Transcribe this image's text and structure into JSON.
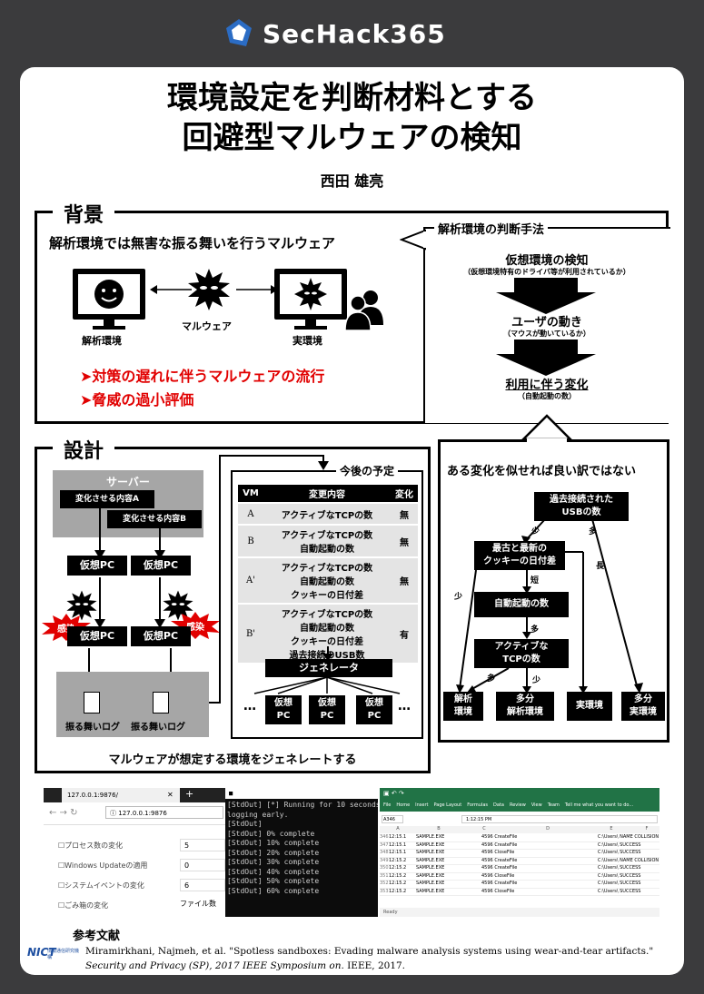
{
  "header": {
    "logo_text": "SecHack365"
  },
  "poster": {
    "title_line1": "環境設定を判断材料とする",
    "title_line2": "回避型マルウェアの検知",
    "author": "西田 雄亮"
  },
  "background": {
    "heading": "背景",
    "subtitle": "解析環境では無害な振る舞いを行うマルウェア",
    "env_label": "解析環境",
    "malware_label": "マルウェア",
    "real_label": "実環境",
    "issue1": "➤対策の遅れに伴うマルウェアの流行",
    "issue2": "➤脅威の過小評価"
  },
  "method": {
    "heading": "解析環境の判断手法",
    "step1": "仮想環境の検知",
    "step1_note": "（仮想環境特有のドライバ等が利用されているか）",
    "step2": "ユーザの動き",
    "step2_note": "（マウスが動いているか）",
    "step3": "利用に伴う変化",
    "step3_note": "（自動起動の数）"
  },
  "design": {
    "heading": "設計",
    "server_label": "サーバー",
    "change_a": "変化させる内容A",
    "change_b": "変化させる内容B",
    "vpc": "仮想PC",
    "infected": "感染",
    "log": "振る舞いログ",
    "caption": "マルウェアが想定する環境をジェネレートする"
  },
  "plan": {
    "heading": "今後の予定",
    "columns": [
      "VM",
      "変更内容",
      "変化"
    ],
    "rows": [
      {
        "vm": "A",
        "content": "アクティブなTCPの数",
        "change": "無"
      },
      {
        "vm": "B",
        "content": "アクティブなTCPの数\n自動起動の数",
        "change": "無"
      },
      {
        "vm": "A'",
        "content": "アクティブなTCPの数\n自動起動の数\nクッキーの日付差",
        "change": "無"
      },
      {
        "vm": "B'",
        "content": "アクティブなTCPの数\n自動起動の数\nクッキーの日付差\n過去接続のUSB数",
        "change": "有"
      }
    ],
    "generator": "ジェネレータ",
    "vpc_line1": "仮想",
    "vpc_line2": "PC",
    "ellipsis": "…"
  },
  "decision": {
    "heading": "ある変化を似せれば良い訳ではない",
    "usb": "過去接続された\nUSBの数",
    "cookie": "最古と最新の\nクッキーの日付差",
    "autorun": "自動起動の数",
    "tcp": "アクティブな\nTCPの数",
    "few": "少",
    "many": "多",
    "short": "短",
    "long": "長",
    "leaf1": "解析\n環境",
    "leaf2": "多分\n解析環境",
    "leaf3": "実環境",
    "leaf4": "多分\n実環境"
  },
  "screenshot_browser": {
    "url": "127.0.0.1:9876/",
    "address": "127.0.0.1:9876",
    "items": [
      {
        "label": "☐プロセス数の変化",
        "value": "5"
      },
      {
        "label": "☐Windows Updateの適用",
        "value": "0"
      },
      {
        "label": "☐システムイベントの変化",
        "value": "6"
      },
      {
        "label": "☐ごみ箱の変化",
        "value": "ファイル数"
      }
    ]
  },
  "screenshot_console": {
    "lines": [
      "[StdOut] [*] Running for 10 seconds",
      "logging early.",
      "[StdOut]",
      "[StdOut] 0% complete",
      "[StdOut] 10% complete",
      "[StdOut] 20% complete",
      "[StdOut] 30% complete",
      "[StdOut] 40% complete",
      "[StdOut] 50% complete",
      "[StdOut] 60% complete"
    ]
  },
  "screenshot_excel": {
    "menu": [
      "File",
      "Home",
      "Insert",
      "Page Layout",
      "Formulas",
      "Data",
      "Review",
      "View",
      "Team"
    ],
    "tell": "Tell me what you want to do...",
    "cell_ref": "A346",
    "formula": "1:12:15 PM",
    "cols": [
      "A",
      "B",
      "C",
      "D",
      "E",
      "F"
    ],
    "rows": [
      {
        "n": "346",
        "a": "12:15.1",
        "b": "SAMPLE.EXE",
        "c": "4596 CreateFile",
        "e": "C:\\Users\\ NAME COLLISION"
      },
      {
        "n": "347",
        "a": "12:15.1",
        "b": "SAMPLE.EXE",
        "c": "4596 CreateFile",
        "e": "C:\\Users\\ SUCCESS"
      },
      {
        "n": "348",
        "a": "12:15.1",
        "b": "SAMPLE.EXE",
        "c": "4596 CloseFile",
        "e": "C:\\Users\\ SUCCESS"
      },
      {
        "n": "349",
        "a": "12:15.2",
        "b": "SAMPLE.EXE",
        "c": "4596 CreateFile",
        "e": "C:\\Users\\ NAME COLLISION"
      },
      {
        "n": "350",
        "a": "12:15.2",
        "b": "SAMPLE.EXE",
        "c": "4596 CreateFile",
        "e": "C:\\Users\\ SUCCESS"
      },
      {
        "n": "351",
        "a": "12:15.2",
        "b": "SAMPLE.EXE",
        "c": "4596 CloseFile",
        "e": "C:\\Users\\ SUCCESS"
      },
      {
        "n": "352",
        "a": "12:15.2",
        "b": "SAMPLE.EXE",
        "c": "4596 CreateFile",
        "e": "C:\\Users\\ SUCCESS"
      },
      {
        "n": "353",
        "a": "12:15.2",
        "b": "SAMPLE.EXE",
        "c": "4596 CloseFile",
        "e": "C:\\Users\\ SUCCESS"
      }
    ],
    "status": "Ready"
  },
  "references": {
    "heading": "参考文献",
    "citation_plain": "Miramirkhani, Najmeh, et al. \"Spotless sandboxes: Evading malware analysis systems using wear-and-tear artifacts.\" ",
    "citation_italic": "Security and Privacy (SP), 2017 IEEE Symposium on",
    "citation_tail": ". IEEE, 2017.",
    "nict": "NICT",
    "nict_sub": "情報通信研究機構"
  }
}
